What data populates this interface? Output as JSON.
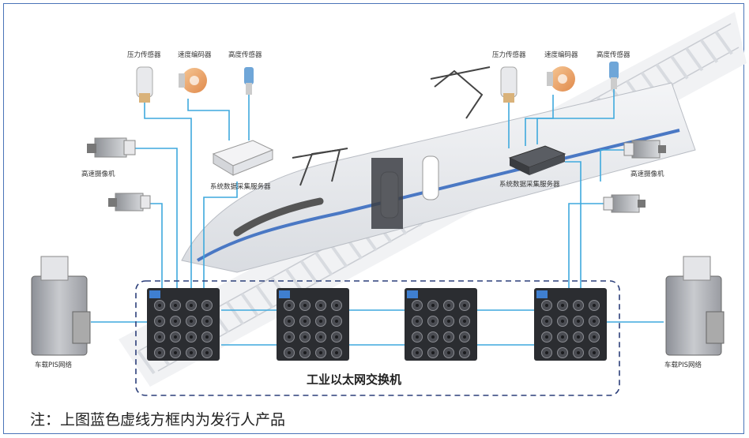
{
  "labels": {
    "pressure_left": "压力传感器",
    "speed_encoder_left": "速度编码器",
    "height_left": "高度传感器",
    "pressure_right": "压力传感器",
    "speed_encoder_right": "速度编码器",
    "height_right": "高度传感器",
    "camera_left": "高速摄像机",
    "camera_right": "高速摄像机",
    "server_left": "系统数据采集服务器",
    "server_right": "系统数据采集服务器",
    "pis_left": "车载PIS网络",
    "pis_right": "车载PIS网络",
    "switch_group": "工业以太网交换机"
  },
  "note": "注：上图蓝色虚线方框内为发行人产品",
  "colors": {
    "link": "#3fa9dd",
    "frame": "#4a74b8",
    "dashed_box": "#2c3f7a",
    "switch_body": "#2b2d31",
    "train_stripe": "#4a78c4"
  },
  "switch_count": 4
}
